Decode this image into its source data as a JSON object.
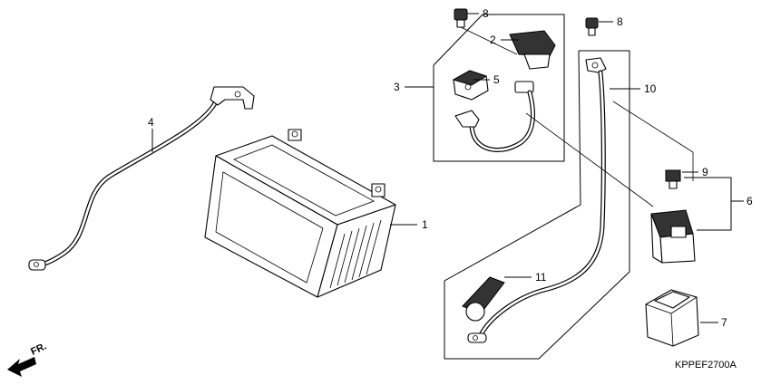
{
  "callouts": {
    "c1": "1",
    "c2": "2",
    "c3": "3",
    "c4": "4",
    "c5": "5",
    "c6": "6",
    "c7": "7",
    "c8a": "8",
    "c8b": "8",
    "c9": "9",
    "c10": "10",
    "c11": "11"
  },
  "diagram_code": "KPPEF2700A",
  "direction_label": "FR."
}
